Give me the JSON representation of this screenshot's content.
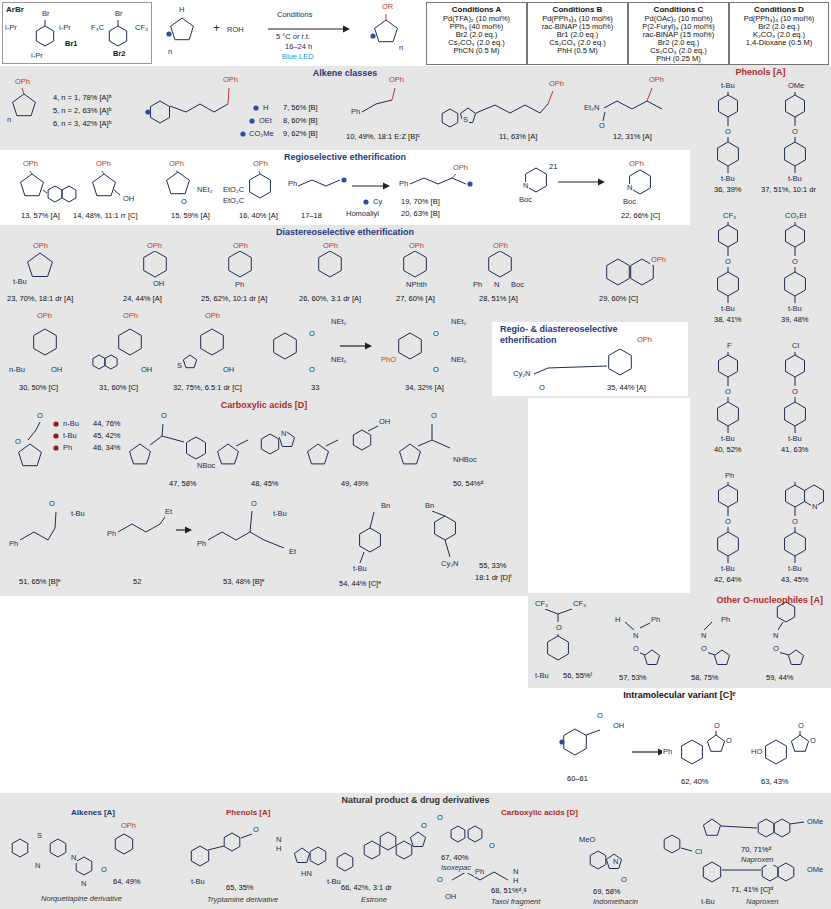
{
  "diagram": {
    "nodes": [
      {
        "text": [
          "ArBr"
        ]
      },
      {
        "text": [
          "Conditions A",
          "Pd(TFA)₂ (10 mol%)",
          "PPh₃ (40 mol%)",
          "Br2 (2.0 eq.)",
          "Cs₂CO₃ (2.0 eq.)",
          "PhCN (0.5 M)"
        ]
      },
      {
        "text": [
          "Conditions B",
          "Pd(PPh₃)₄ (10 mol%)",
          "rac-BINAP (15 mol%)",
          "Br1 (2.0 eq.)",
          "Cs₂CO₃ (2.0 eq.)",
          "PhH (0.5 M)"
        ]
      },
      {
        "text": [
          "Conditions C",
          "Pd(OAc)₂ (10 mol%)",
          "P(2-Furyl)₃ (10 mol%)",
          "rac-BINAP (15 mol%)",
          "Br2 (2.0 eq.)",
          "Cs₂CO₃ (2.0 eq.)",
          "PhH (0.25 M)"
        ]
      },
      {
        "text": [
          "Conditions D",
          "Pd(PPh₃)₄ (10 mol%)",
          "Br2 (2.0 eq.)",
          "K₂CO₃ (2.0 eq.)",
          "1,4-Dioxane (0.5 M)"
        ]
      },
      {
        "text": [
          "Alkene classes"
        ]
      },
      {
        "text": [
          "Regioselective etherification"
        ]
      },
      {
        "text": [
          "Diastereoselective etherification"
        ]
      },
      {
        "text": [
          "Regio- & diastereoselective etherification"
        ],
        "in": 7
      },
      {
        "text": [
          "Phenols [A]"
        ]
      },
      {
        "text": [
          "Carboxylic acids [D]"
        ]
      },
      {
        "text": [
          "Other O-nucleophiles [A]"
        ]
      },
      {
        "text": [
          "Intramolecular variant [C]ᵉ"
        ]
      },
      {
        "text": [
          "Natural product & drug derivatives"
        ]
      }
    ],
    "labels": [
      "i-Pr",
      "i-Pr",
      "Br",
      "i-Pr",
      "Br1",
      "F₃C",
      "Br",
      "CF₃",
      "Br2",
      "H",
      "n",
      "+",
      "ROH",
      "Conditions",
      "5 °C or r.t.",
      "16–24 h",
      "Blue LED",
      "OR",
      "n",
      "OPh",
      "n",
      "4, n = 1, 78% [A]ᵇ",
      "5, n = 2, 63% [A]ᵇ",
      "6, n = 3, 42% [A]ᵇ",
      "OPh",
      "H",
      "OEt",
      "CO₂Me",
      "7, 56% [B]",
      "8, 60% [B]",
      "9, 62% [B]",
      "OPh",
      "Ph",
      "10, 49%, 18:1 E:Z [B]ᶜ",
      "OPh",
      "S",
      "11, 63% [A]",
      "OPh",
      "Et₂N",
      "O",
      "12, 31% [A]",
      "OPh",
      "13, 57% [A]",
      "OPh",
      "OH",
      "14, 48%, 11:1 rr [C]",
      "OPh",
      "NEt₂",
      "O",
      "15, 59% [A]",
      "OPh",
      "EtO₂C",
      "EtO₂C",
      "16, 40% [A]",
      "Ph",
      "17–18",
      "Cy",
      "Homoallyl",
      "OPh",
      "Ph",
      "19, 70% [B]",
      "20, 63% [B]",
      "N",
      "Boc",
      "21",
      "OPh",
      "N",
      "Boc",
      "22, 66% [C]",
      "OPh",
      "t-Bu",
      "23, 70%, 18:1 dr [A]",
      "OPh",
      "OH",
      "24, 44% [A]",
      "OPh",
      "Ph",
      "25, 62%, 10:1 dr [A]",
      "OPh",
      "26, 60%, 3:1 dr [A]",
      "OPh",
      "NPhth",
      "27, 60% [A]",
      "OPh",
      "Ph",
      "N",
      "Boc",
      "28, 51% [A]",
      "OPh",
      "29, 60% [C]",
      "OPh",
      "n-Bu",
      "OH",
      "30, 50% [C]",
      "OPh",
      "OH",
      "31, 60% [C]",
      "OPh",
      "S",
      "OH",
      "32, 75%, 6.5:1 dr [C]",
      "O",
      "NEt₂",
      "O",
      "NEt₂",
      "33",
      "O",
      "NEt₂",
      "PhO",
      "O",
      "NEt₂",
      "34, 32% [A]",
      "OPh",
      "Cy₂N",
      "O",
      "35, 44% [A]",
      "t-Bu",
      "O",
      "t-Bu",
      "36, 39%",
      "OMe",
      "O",
      "t-Bu",
      "37, 51%, 10:1 dr",
      "CF₃",
      "O",
      "t-Bu",
      "38, 41%",
      "CO₂Et",
      "O",
      "t-Bu",
      "39, 48%",
      "F",
      "O",
      "t-Bu",
      "40, 52%",
      "Cl",
      "O",
      "t-Bu",
      "41, 63%",
      "Ph",
      "O",
      "t-Bu",
      "42, 64%",
      "N",
      "O",
      "t-Bu",
      "43, 45%",
      "O",
      "O",
      "n-Bu",
      "t-Bu",
      "Ph",
      "44, 76%",
      "45, 42%",
      "46, 34%",
      "O",
      "NBoc",
      "47, 58%",
      "N",
      "48, 45%",
      "OH",
      "49, 49%",
      "O",
      "NHBoc",
      "50, 54%ᵈ",
      "O",
      "t-Bu",
      "Ph",
      "51, 65% [B]ᵉ",
      "Ph",
      "Et",
      "52",
      "O",
      "t-Bu",
      "Ph",
      "Et",
      "53, 48% [B]ᵉ",
      "Bn",
      "t-Bu",
      "54, 44% [C]ᵉ",
      "Bn",
      "Cy₂N",
      "55, 33%",
      "18:1 dr [D]ᶠ",
      "CF₃",
      "CF₃",
      "O",
      "t-Bu",
      "56, 55%ᶠ",
      "H",
      "Ph",
      "N",
      "O",
      "57, 53%",
      "Ph",
      "N",
      "O",
      "58, 75%",
      "N",
      "O",
      "59, 44%",
      "O",
      "OH",
      "60–61",
      "Ph",
      "O",
      "O",
      "62, 40%",
      "HO",
      "O",
      "O",
      "63, 43%",
      "Alkenes [A]",
      "Phenols [A]",
      "Carboxylic acids [D]",
      "S",
      "N",
      "N",
      "N",
      "O",
      "OPh",
      "64, 49%",
      "Norquetiapine derivative",
      "O",
      "N",
      "H",
      "HN",
      "t-Bu",
      "65, 35%",
      "Tryptamine derivative",
      "O",
      "t-Bu",
      "66, 42%, 3:1 dr",
      "Estrone",
      "O",
      "O",
      "67, 40%",
      "Isoxepac",
      "O",
      "OH",
      "Ph",
      "N",
      "H",
      "68, 51%ᵈ,ᵍ",
      "Taxol fragment",
      "MeO",
      "N",
      "O",
      "Cl",
      "69, 58%",
      "Indomethacin",
      "OMe",
      "70, 71%ᵈ",
      "Naproxen",
      "OMe",
      "t-Bu",
      "71, 41% [C]ᵈ",
      "Naproxen"
    ]
  }
}
